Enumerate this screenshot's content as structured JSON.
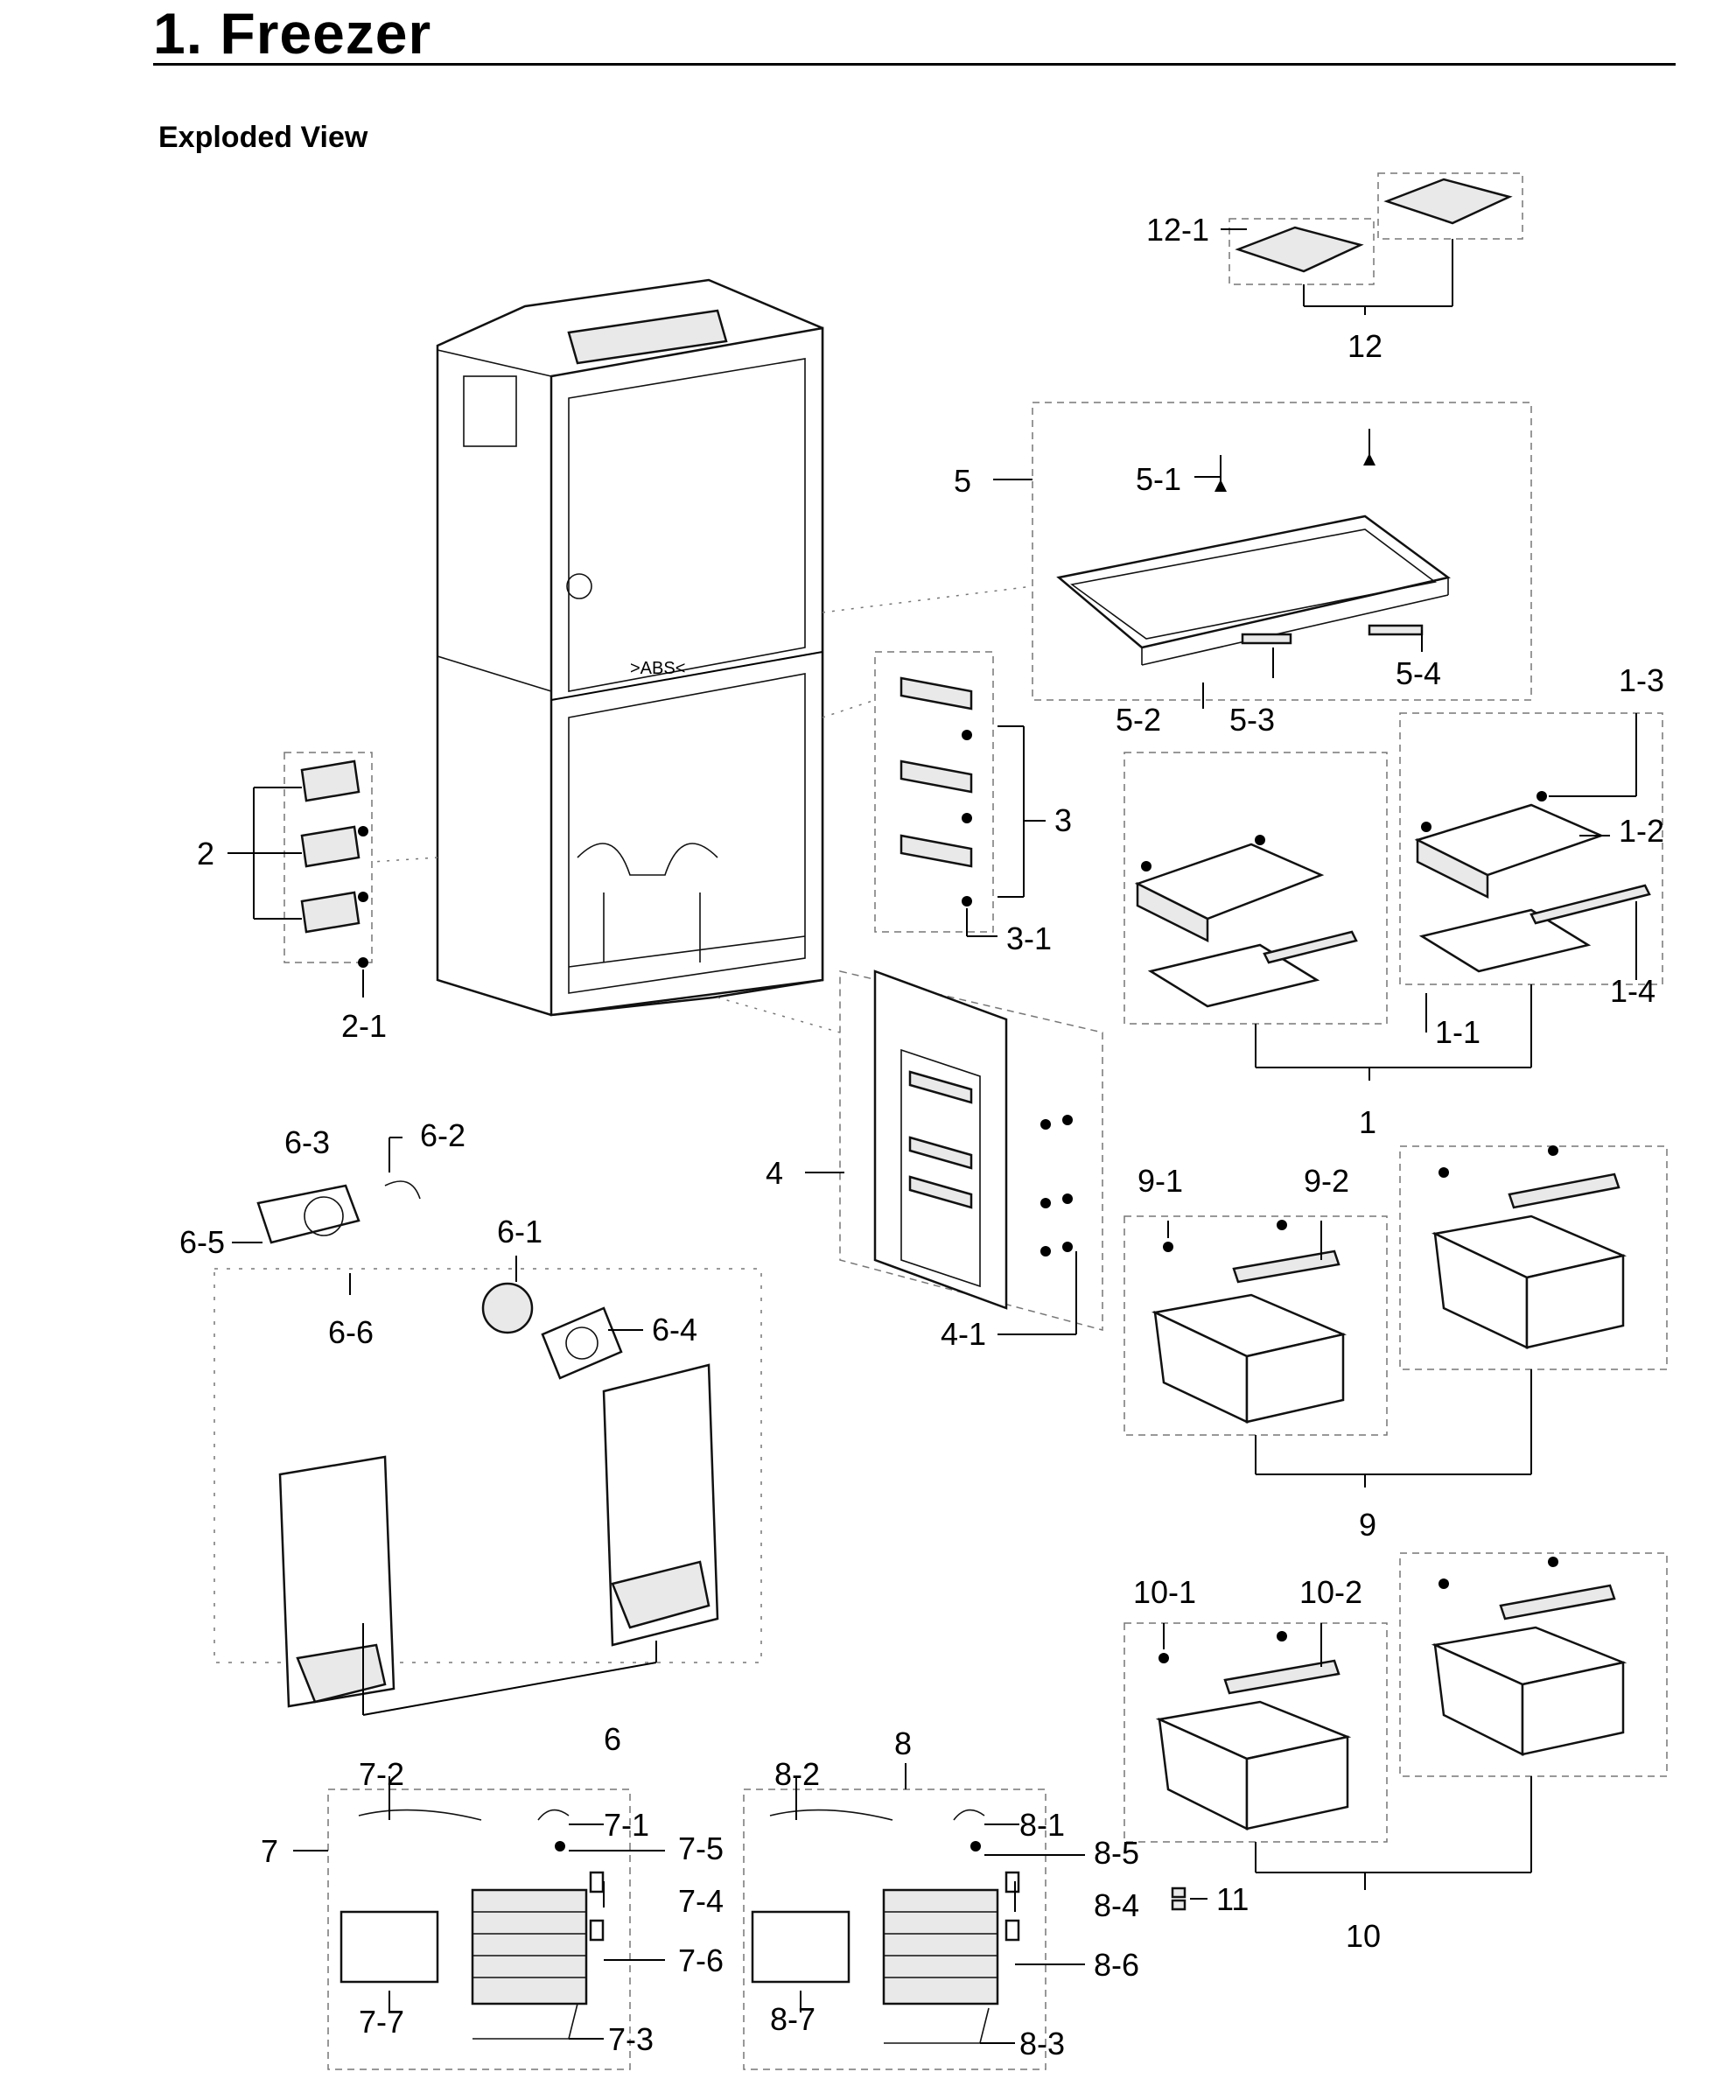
{
  "page": {
    "title": "1. Freezer",
    "section": "Exploded View"
  },
  "labels": {
    "p1": "1",
    "p1_1": "1-1",
    "p1_2": "1-2",
    "p1_3": "1-3",
    "p1_4": "1-4",
    "p2": "2",
    "p2_1": "2-1",
    "p3": "3",
    "p3_1": "3-1",
    "p4": "4",
    "p4_1": "4-1",
    "p5": "5",
    "p5_1": "5-1",
    "p5_2": "5-2",
    "p5_3": "5-3",
    "p5_4": "5-4",
    "p6": "6",
    "p6_1": "6-1",
    "p6_2": "6-2",
    "p6_3": "6-3",
    "p6_4": "6-4",
    "p6_5": "6-5",
    "p6_6": "6-6",
    "p7": "7",
    "p7_1": "7-1",
    "p7_2": "7-2",
    "p7_3": "7-3",
    "p7_4": "7-4",
    "p7_5": "7-5",
    "p7_6": "7-6",
    "p7_7": "7-7",
    "p8": "8",
    "p8_1": "8-1",
    "p8_2": "8-2",
    "p8_3": "8-3",
    "p8_4": "8-4",
    "p8_5": "8-5",
    "p8_6": "8-6",
    "p8_7": "8-7",
    "p9": "9",
    "p9_1": "9-1",
    "p9_2": "9-2",
    "p10": "10",
    "p10_1": "10-1",
    "p10_2": "10-2",
    "p11": "11",
    "p12": "12",
    "p12_1": "12-1"
  },
  "cabinet_mark": ">ABS<"
}
